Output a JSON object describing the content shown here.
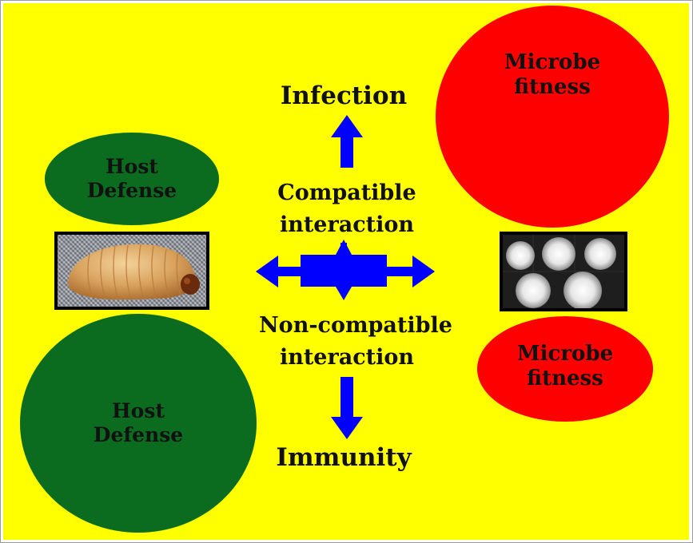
{
  "nodes": {
    "host_defense_top": {
      "line1": "Host",
      "line2": "Defense"
    },
    "host_defense_bottom": {
      "line1": "Host",
      "line2": "Defense"
    },
    "microbe_fitness_top": {
      "line1": "Microbe",
      "line2": "fitness"
    },
    "microbe_fitness_bottom": {
      "line1": "Microbe",
      "line2": "fitness"
    }
  },
  "labels": {
    "infection": "Infection",
    "compatible_line1": "Compatible",
    "compatible_line2": "interaction",
    "noncompatible_line1": "Non-compatible",
    "noncompatible_line2": "interaction",
    "immunity": "Immunity"
  },
  "images": {
    "left": "larva-photo",
    "right": "microbe-culture-plate-photo"
  },
  "colors": {
    "background": "#ffff00",
    "host": "#0b6b1f",
    "microbe": "#ff0000",
    "arrow": "#0000ff"
  }
}
